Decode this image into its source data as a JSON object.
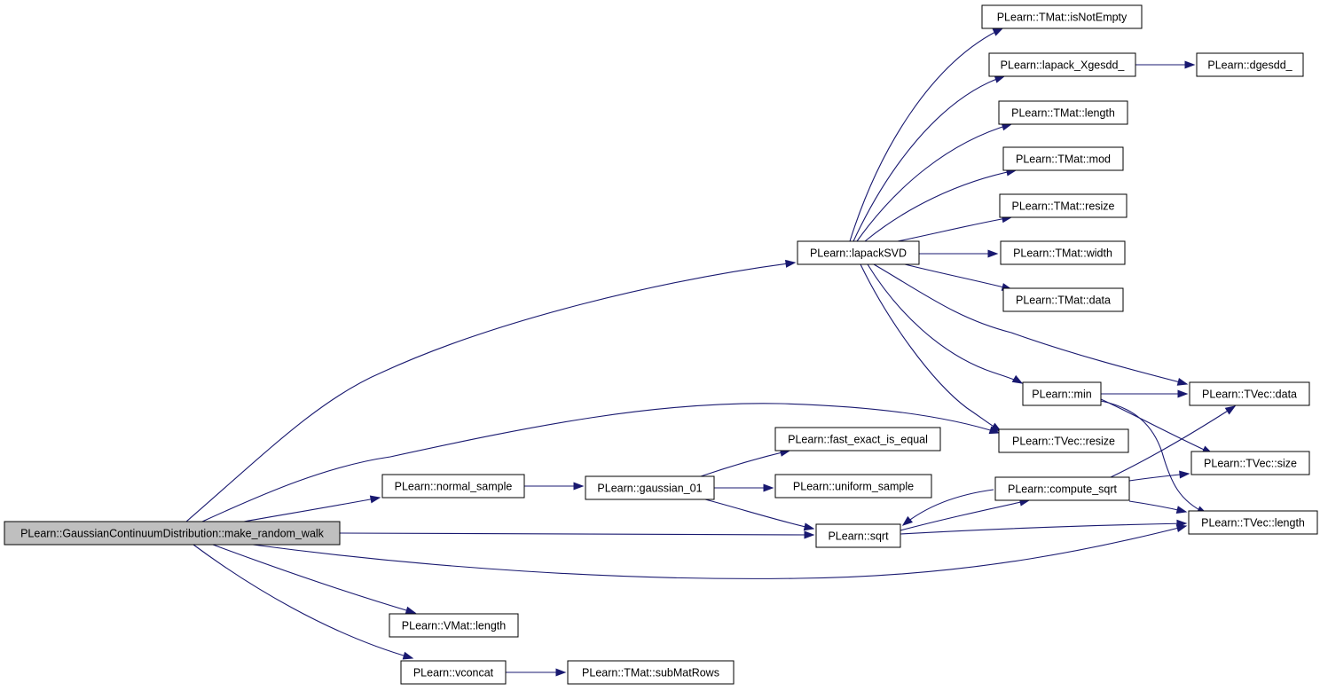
{
  "graph": {
    "nodes": [
      {
        "id": "root",
        "label": "PLearn::GaussianContinuumDistribution::make_random_walk",
        "root": true
      },
      {
        "id": "lapackSVD",
        "label": "PLearn::lapackSVD"
      },
      {
        "id": "isNotEmpty",
        "label": "PLearn::TMat::isNotEmpty"
      },
      {
        "id": "lapackXgesdd",
        "label": "PLearn::lapack_Xgesdd_"
      },
      {
        "id": "dgesdd",
        "label": "PLearn::dgesdd_"
      },
      {
        "id": "tmatLength",
        "label": "PLearn::TMat::length"
      },
      {
        "id": "tmatMod",
        "label": "PLearn::TMat::mod"
      },
      {
        "id": "tmatResize",
        "label": "PLearn::TMat::resize"
      },
      {
        "id": "tmatWidth",
        "label": "PLearn::TMat::width"
      },
      {
        "id": "tmatData",
        "label": "PLearn::TMat::data"
      },
      {
        "id": "min",
        "label": "PLearn::min"
      },
      {
        "id": "tvecData",
        "label": "PLearn::TVec::data"
      },
      {
        "id": "tvecResize",
        "label": "PLearn::TVec::resize"
      },
      {
        "id": "fastEqual",
        "label": "PLearn::fast_exact_is_equal"
      },
      {
        "id": "normalSample",
        "label": "PLearn::normal_sample"
      },
      {
        "id": "gaussian01",
        "label": "PLearn::gaussian_01"
      },
      {
        "id": "uniformSample",
        "label": "PLearn::uniform_sample"
      },
      {
        "id": "computeSqrt",
        "label": "PLearn::compute_sqrt"
      },
      {
        "id": "tvecSize",
        "label": "PLearn::TVec::size"
      },
      {
        "id": "sqrt",
        "label": "PLearn::sqrt"
      },
      {
        "id": "tvecLength",
        "label": "PLearn::TVec::length"
      },
      {
        "id": "vmatLength",
        "label": "PLearn::VMat::length"
      },
      {
        "id": "vconcat",
        "label": "PLearn::vconcat"
      },
      {
        "id": "subMatRows",
        "label": "PLearn::TMat::subMatRows"
      }
    ],
    "edges": [
      [
        "root",
        "lapackSVD"
      ],
      [
        "root",
        "tvecResize"
      ],
      [
        "root",
        "normalSample"
      ],
      [
        "root",
        "sqrt"
      ],
      [
        "root",
        "tvecLength"
      ],
      [
        "root",
        "vmatLength"
      ],
      [
        "root",
        "vconcat"
      ],
      [
        "lapackSVD",
        "isNotEmpty"
      ],
      [
        "lapackSVD",
        "lapackXgesdd"
      ],
      [
        "lapackSVD",
        "tmatLength"
      ],
      [
        "lapackSVD",
        "tmatMod"
      ],
      [
        "lapackSVD",
        "tmatResize"
      ],
      [
        "lapackSVD",
        "tmatWidth"
      ],
      [
        "lapackSVD",
        "tmatData"
      ],
      [
        "lapackSVD",
        "tvecData"
      ],
      [
        "lapackSVD",
        "min"
      ],
      [
        "lapackSVD",
        "tvecResize"
      ],
      [
        "lapackXgesdd",
        "dgesdd"
      ],
      [
        "min",
        "tvecData"
      ],
      [
        "min",
        "tvecSize"
      ],
      [
        "min",
        "tvecLength"
      ],
      [
        "normalSample",
        "gaussian01"
      ],
      [
        "gaussian01",
        "fastEqual"
      ],
      [
        "gaussian01",
        "uniformSample"
      ],
      [
        "gaussian01",
        "sqrt"
      ],
      [
        "sqrt",
        "computeSqrt"
      ],
      [
        "sqrt",
        "tvecLength"
      ],
      [
        "computeSqrt",
        "tvecData"
      ],
      [
        "computeSqrt",
        "tvecSize"
      ],
      [
        "computeSqrt",
        "sqrt"
      ],
      [
        "computeSqrt",
        "tvecLength"
      ],
      [
        "vconcat",
        "subMatRows"
      ]
    ]
  }
}
